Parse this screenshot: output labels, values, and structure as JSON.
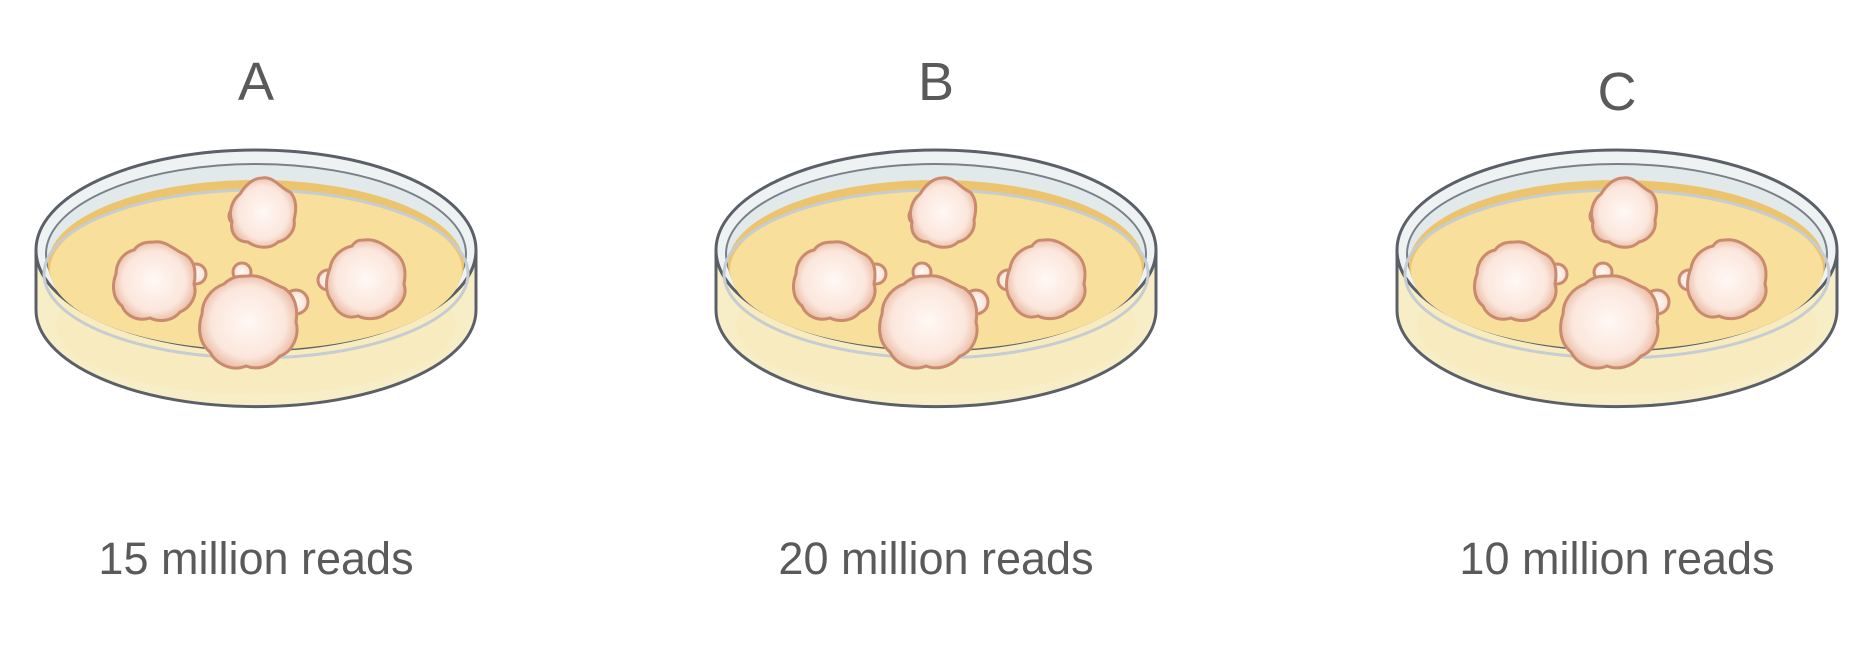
{
  "panels": [
    {
      "letter": "A",
      "caption": "15 million reads"
    },
    {
      "letter": "B",
      "caption": "20 million reads"
    },
    {
      "letter": "C",
      "caption": "10 million reads"
    }
  ],
  "colors": {
    "text": "#5a5a5a",
    "agar": "#f8df9b",
    "agar_rim": "#edc46e",
    "dish_outline": "#5b6068",
    "colony_fill": "#fdeee8",
    "colony_edge": "#c98a6e"
  }
}
